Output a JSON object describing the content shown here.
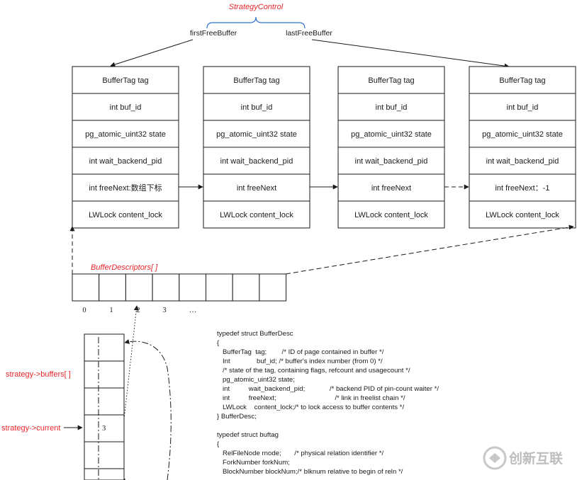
{
  "diagram": {
    "strategy_control": "StrategyControl",
    "first_free_buffer": "firstFreeBuffer",
    "last_free_buffer": "lastFreeBuffer",
    "descriptors": [
      {
        "fields": [
          "BufferTag tag",
          "int buf_id",
          "pg_atomic_uint32 state",
          "int wait_backend_pid",
          "int freeNext:数组下标",
          "LWLock content_lock"
        ]
      },
      {
        "fields": [
          "BufferTag tag",
          "int buf_id",
          "pg_atomic_uint32 state",
          "int wait_backend_pid",
          "int freeNext",
          "LWLock content_lock"
        ]
      },
      {
        "fields": [
          "BufferTag tag",
          "int buf_id",
          "pg_atomic_uint32 state",
          "int wait_backend_pid",
          "int freeNext",
          "LWLock content_lock"
        ]
      },
      {
        "fields": [
          "BufferTag tag",
          "int buf_id",
          "pg_atomic_uint32 state",
          "int wait_backend_pid",
          "int freeNext：-1",
          "LWLock content_lock"
        ]
      }
    ],
    "buffer_descriptors_label": "BufferDescriptors[  ]",
    "array_indices": [
      "0",
      "1",
      "2",
      "3",
      "…"
    ],
    "strategy_buffers_label": "strategy->buffers[  ]",
    "strategy_current_label": "strategy->current",
    "current_value": "3",
    "code_lines": [
      "typedef struct BufferDesc",
      "{",
      "   BufferTag  tag;        /* ID of page contained in buffer */",
      "   Int              buf_id; /* buffer's index number (from 0) */",
      "   /* state of the tag, containing flags, refcount and usagecount */",
      "   pg_atomic_uint32 state;",
      "   int          wait_backend_pid;             /* backend PID of pin-count waiter */",
      "   int          freeNext;                               /* link in freelist chain */",
      "   LWLock    content_lock;/* to lock access to buffer contents */",
      "} BufferDesc;",
      "",
      "typedef struct buftag",
      "{",
      "   RelFileNode rnode;       /* physical relation identifier */",
      "   ForkNumber forkNum;",
      "   BlockNumber blockNum;/* blknum relative to begin of reln */"
    ],
    "watermark": "创新互联"
  }
}
